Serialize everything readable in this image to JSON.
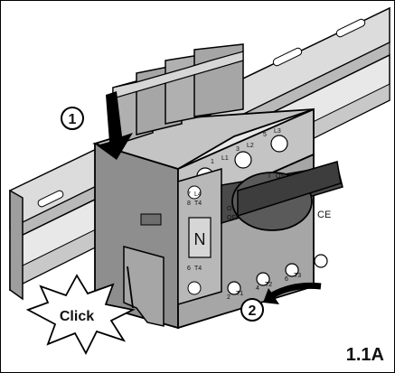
{
  "figure": {
    "code": "1.1A",
    "callout": "Click",
    "steps": [
      "1",
      "2"
    ],
    "face_mark": "N",
    "terminals_top": [
      "1",
      "L1",
      "3",
      "L2",
      "5",
      "L3"
    ],
    "terminals_bottom": [
      "2",
      "T1",
      "4",
      "T2",
      "6",
      "T3"
    ],
    "side_markings_upper": [
      "7",
      "L4",
      "8",
      "T4"
    ],
    "side_markings_lower": [
      "6",
      "T4"
    ],
    "front_markings": [
      "I",
      "ON",
      "O",
      "OFF"
    ],
    "cert_mark": "CE"
  },
  "colors": {
    "body_gray": "#a6a6a6",
    "body_light": "#c4c4c4",
    "body_dark": "#6e6e6e",
    "rail_light": "#dcdcdc",
    "rail_mid": "#b9b9b9",
    "knob": "#4a4a4a",
    "outline": "#000000",
    "background": "#ffffff"
  }
}
